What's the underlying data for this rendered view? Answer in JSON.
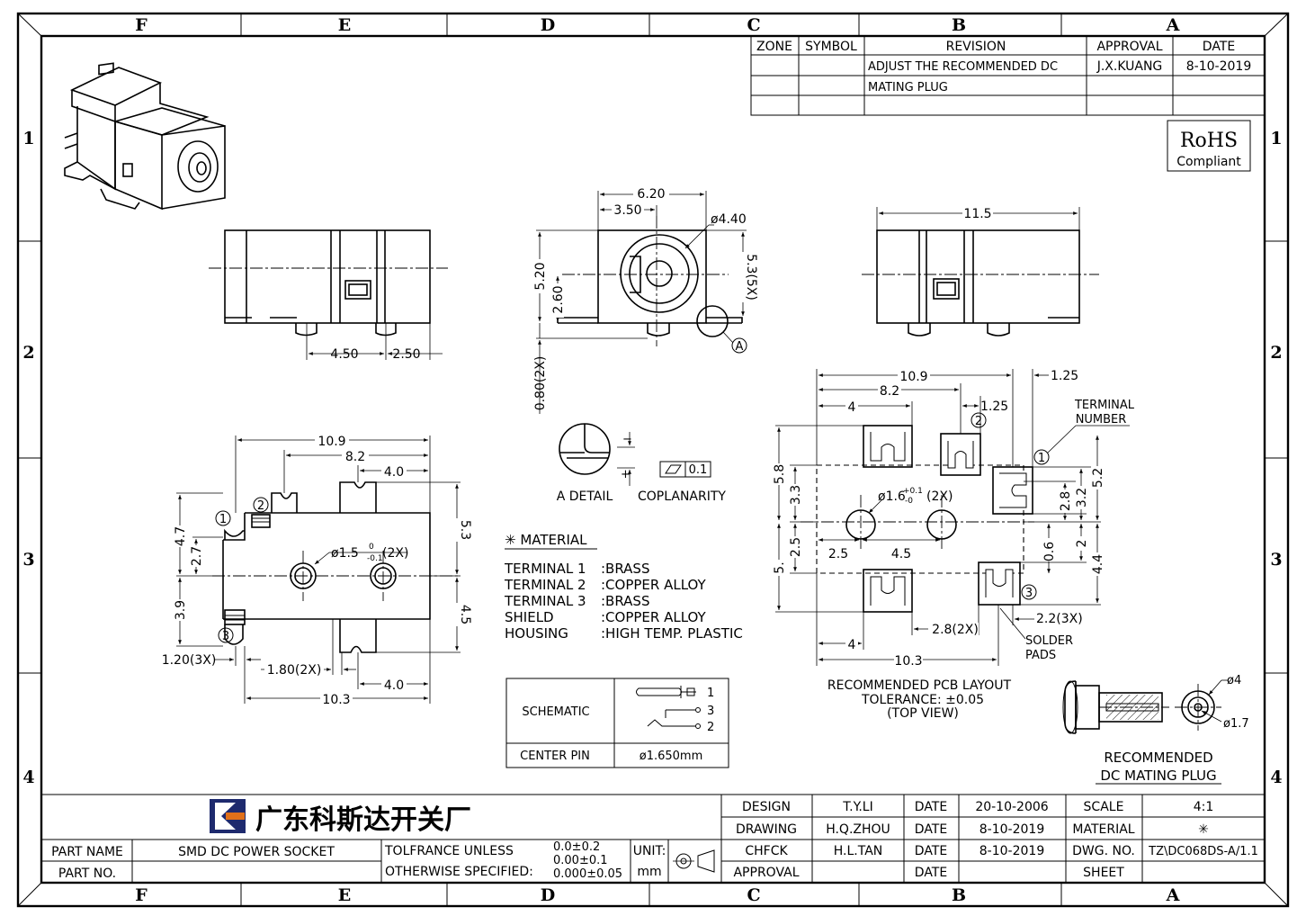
{
  "zones": {
    "columns": [
      "F",
      "E",
      "D",
      "C",
      "B",
      "A"
    ],
    "rows": [
      "1",
      "2",
      "3",
      "4"
    ]
  },
  "revision_table": {
    "headers": {
      "zone": "ZONE",
      "symbol": "SYMBOL",
      "revision": "REVISION",
      "approval": "APPROVAL",
      "date": "DATE"
    },
    "rows": [
      {
        "zone": "",
        "symbol": "",
        "revision_line1": "ADJUST THE RECOMMENDED DC",
        "revision_line2": "MATING PLUG",
        "approval": "J.X.KUANG",
        "date": "8-10-2019"
      }
    ]
  },
  "rohs": {
    "title": "RoHS",
    "subtitle": "Compliant"
  },
  "dimensions": {
    "front_top_620": "6.20",
    "front_top_350": "3.50",
    "front_dia_440": "ø4.40",
    "front_520": "5.20",
    "front_260": "2.60",
    "front_53_5x": "5.3(5X)",
    "front_080": "0.80(2X)",
    "side_450": "4.50",
    "side_250": "2.50",
    "right_115": "11.5",
    "bottom_109": "10.9",
    "bottom_82": "8.2",
    "bottom_40_top": "4.0",
    "bottom_53": "5.3",
    "bottom_47": "4.7",
    "bottom_27": "2.7",
    "bottom_39": "3.9",
    "bottom_45": "4.5",
    "bottom_holes": "ø1.5",
    "bottom_holes_tol_up": "0",
    "bottom_holes_tol_dn": "-0.1",
    "bottom_holes_count": "(2X)",
    "bottom_120": "1.20(3X)",
    "bottom_180": "1.80(2X)",
    "bottom_40_bot": "4.0",
    "bottom_103": "10.3",
    "pcb_109": "10.9",
    "pcb_82": "8.2",
    "pcb_4_top": "4",
    "pcb_125_a": "1.25",
    "pcb_125_b": "1.25",
    "pcb_58": "5.8",
    "pcb_33": "3.3",
    "pcb_25v": "2.5",
    "pcb_5": "5.",
    "pcb_hole": "ø1.6",
    "pcb_hole_tol_up": "+0.1",
    "pcb_hole_tol_dn": "-0",
    "pcb_hole_count": "(2X)",
    "pcb_25h": "2.5",
    "pcb_45": "4.5",
    "pcb_52": "5.2",
    "pcb_32": "3.2",
    "pcb_28v": "2.8",
    "pcb_06": "0.6",
    "pcb_2": "2",
    "pcb_44": "4.4",
    "pcb_28_2x": "2.8(2X)",
    "pcb_22_3x": "2.2(3X)",
    "pcb_4_bot": "4",
    "pcb_103": "10.3"
  },
  "labels": {
    "detail_a": "A DETAIL",
    "coplanarity": "COPLANARITY",
    "coplanarity_value": "0.1",
    "detail_marker": "A",
    "terminal_number_1": "TERMINAL",
    "terminal_number_2": "NUMBER",
    "solder_pads_1": "SOLDER",
    "solder_pads_2": "PADS",
    "pcb_title": "RECOMMENDED PCB LAYOUT",
    "pcb_tolerance": "TOLERANCE: ±0.05",
    "pcb_view": "(TOP VIEW)",
    "plug_title_1": "RECOMMENDED",
    "plug_title_2": "DC MATING PLUG",
    "plug_dia_4": "ø4",
    "plug_dia_17": "ø1.7",
    "pin_1": "1",
    "pin_2": "2",
    "pin_3": "3"
  },
  "material": {
    "title": "✳ MATERIAL",
    "items": [
      {
        "part": "TERMINAL 1",
        "material": ":BRASS"
      },
      {
        "part": "TERMINAL 2",
        "material": ":COPPER ALLOY"
      },
      {
        "part": "TERMINAL 3",
        "material": ":BRASS"
      },
      {
        "part": "SHIELD",
        "material": ":COPPER ALLOY"
      },
      {
        "part": "HOUSING",
        "material": ":HIGH TEMP. PLASTIC"
      }
    ]
  },
  "schematic_table": {
    "schematic_label": "SCHEMATIC",
    "center_pin_label": "CENTER PIN",
    "center_pin_value": "ø1.650mm",
    "pins": [
      "1",
      "3",
      "2"
    ]
  },
  "title_block": {
    "company": "广东科斯达开关厂",
    "part_name_label": "PART NAME",
    "part_name_value": "SMD DC POWER SOCKET",
    "part_no_label": "PART NO.",
    "part_no_value": "",
    "tolerance_line1": "TOLFRANCE UNLESS",
    "tolerance_line2": "OTHERWISE SPECIFIED:",
    "tol_1": "0.0±0.2",
    "tol_2": "0.00±0.1",
    "tol_3": "0.000±0.05",
    "unit_label": "UNIT:",
    "unit_value": "mm",
    "rows": [
      {
        "role": "DESIGN",
        "name": "T.Y.LI",
        "date_label": "DATE",
        "date": "20-10-2006",
        "field": "SCALE",
        "value": "4:1"
      },
      {
        "role": "DRAWING",
        "name": "H.Q.ZHOU",
        "date_label": "DATE",
        "date": "8-10-2019",
        "field": "MATERIAL",
        "value": "✳"
      },
      {
        "role": "CHFCK",
        "name": "H.L.TAN",
        "date_label": "DATE",
        "date": "8-10-2019",
        "field": "DWG. NO.",
        "value": "TZ\\DC068DS-A/1.1"
      },
      {
        "role": "APPROVAL",
        "name": "",
        "date_label": "DATE",
        "date": "",
        "field": "SHEET",
        "value": ""
      }
    ]
  }
}
